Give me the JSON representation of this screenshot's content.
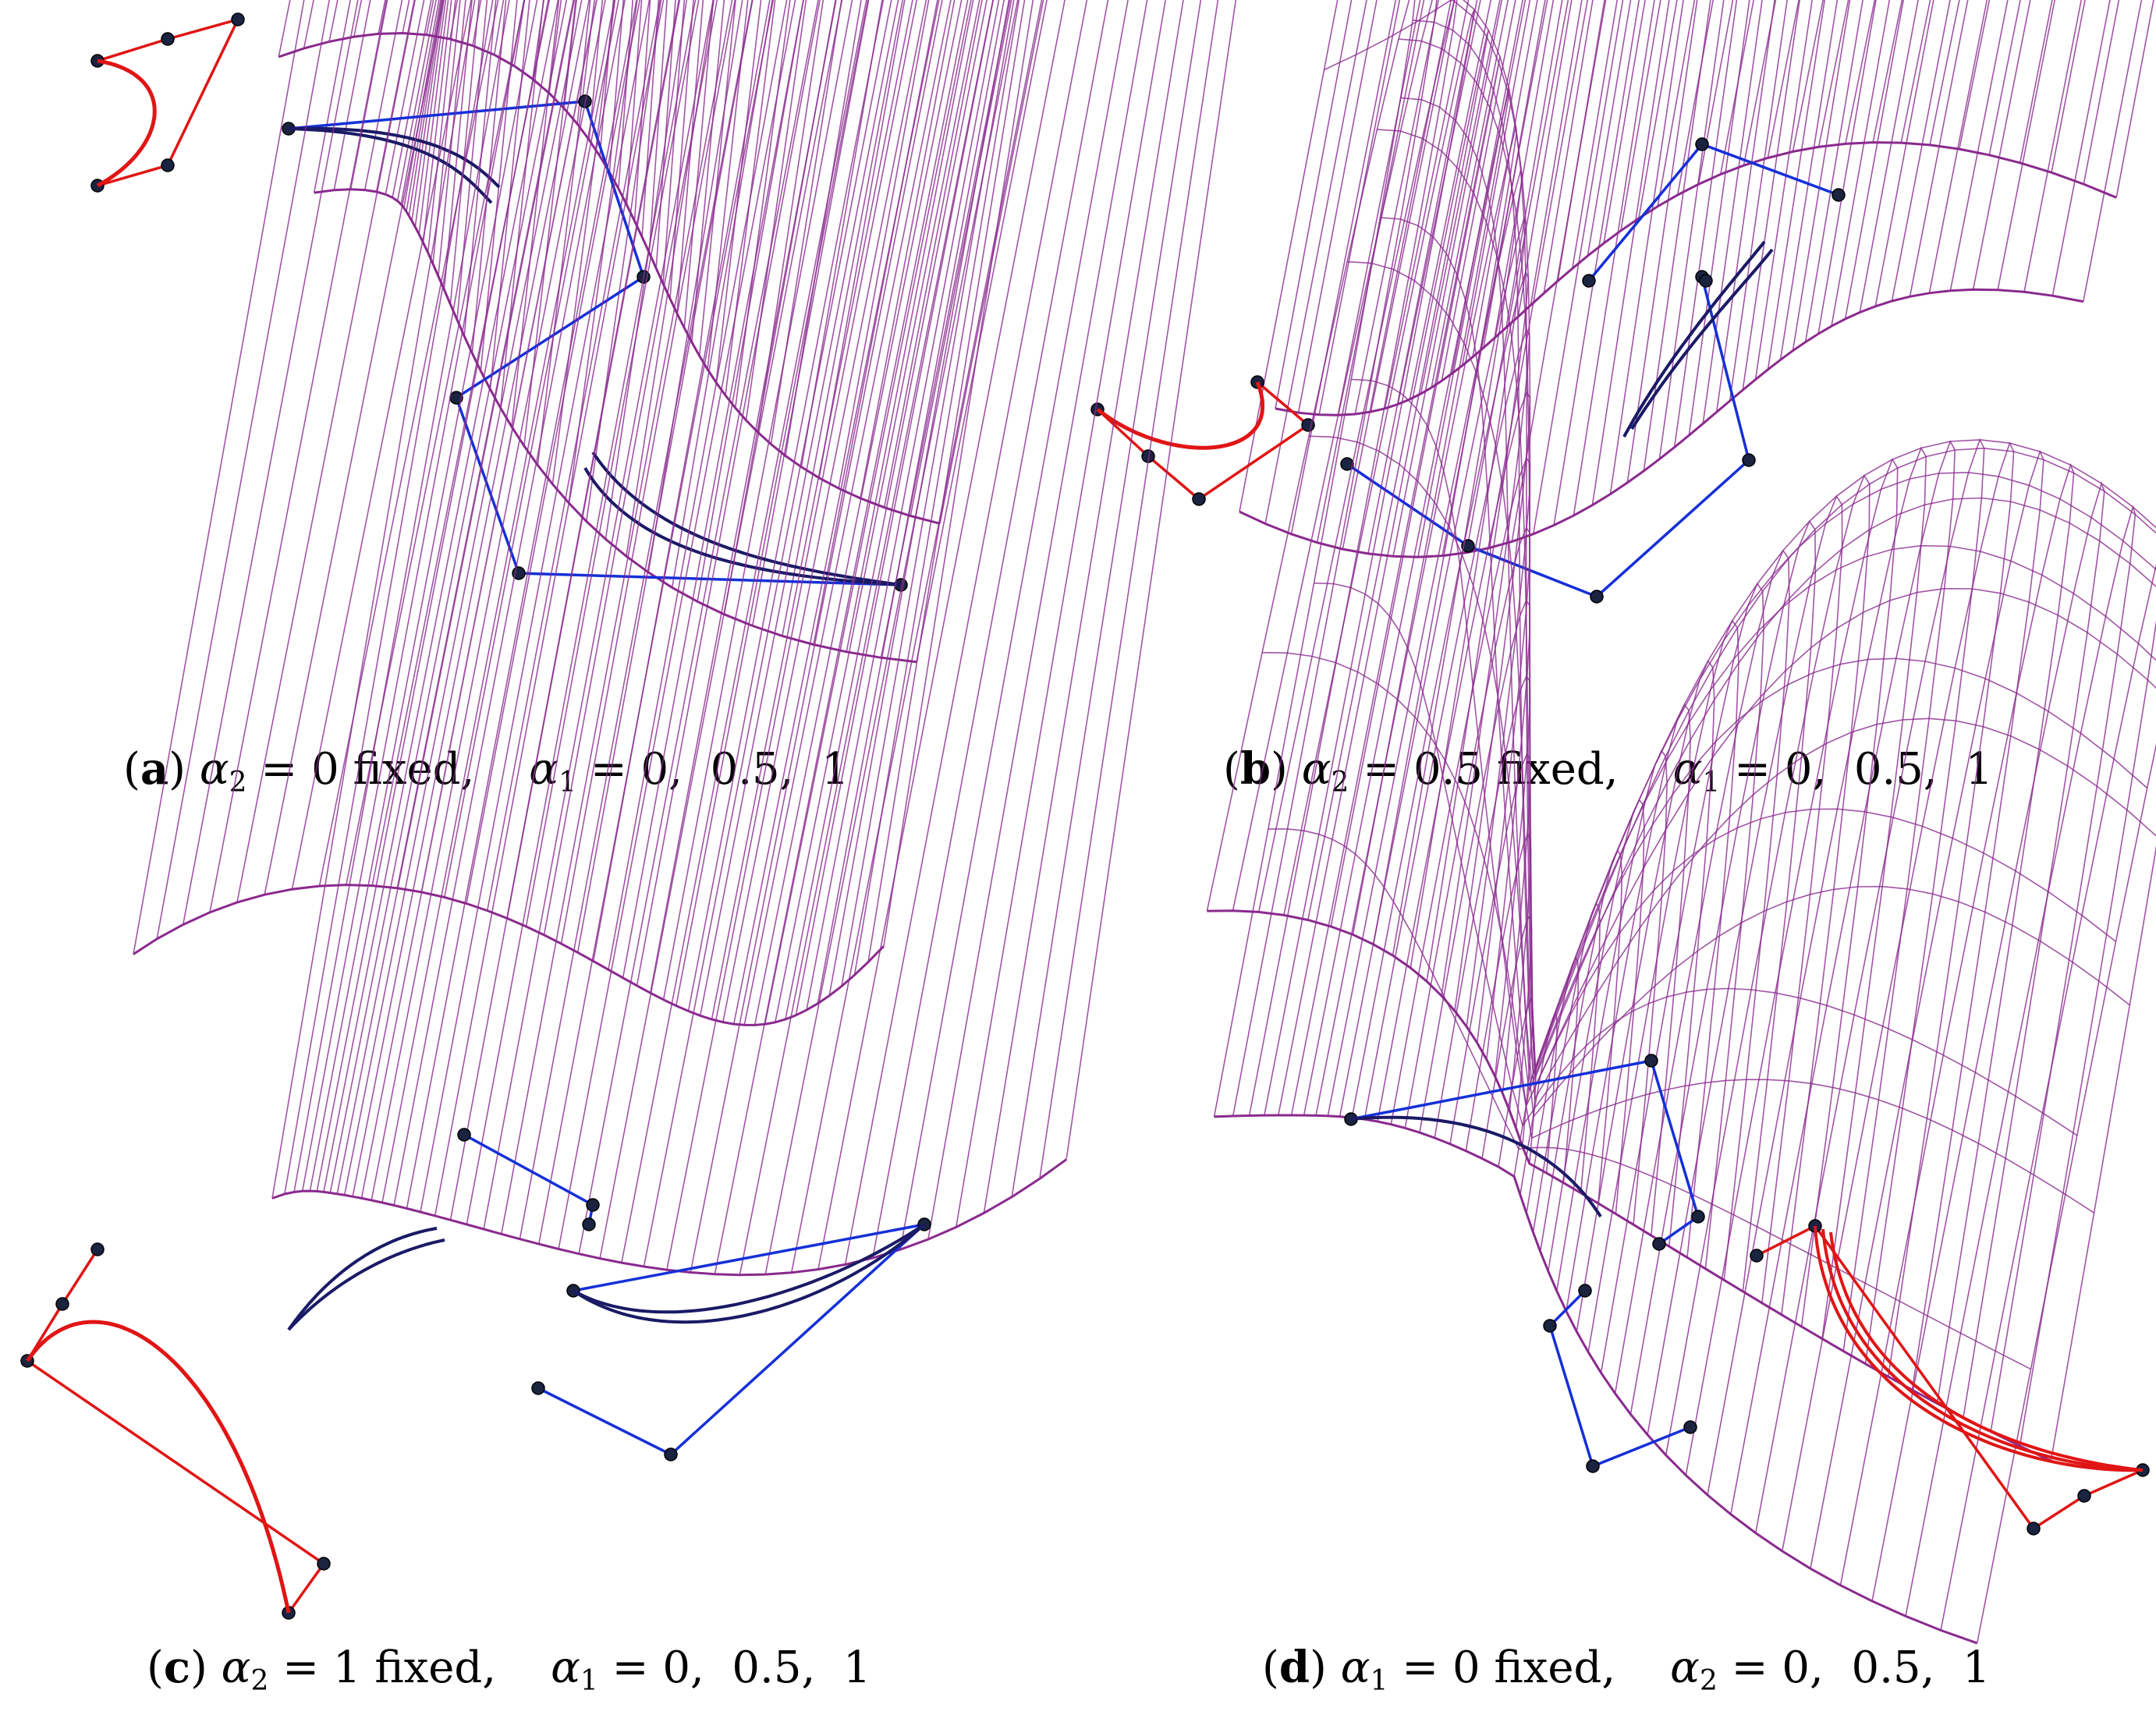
{
  "colors": {
    "surface": "#8a2a8e",
    "control_polygon": "#1530d8",
    "control_point": "#1a2340",
    "section_curve": "#e01515",
    "boundary_curve": "#1a1a66"
  },
  "panels": [
    {
      "id": "a",
      "label": "a",
      "fixed_param": "α",
      "fixed_sub": "2",
      "fixed_value": "0",
      "fixed_word": "fixed,",
      "var_param": "α",
      "var_sub": "1",
      "var_values": "0,  0.5,  1"
    },
    {
      "id": "b",
      "label": "b",
      "fixed_param": "α",
      "fixed_sub": "2",
      "fixed_value": "0.5",
      "fixed_word": "fixed,",
      "var_param": "α",
      "var_sub": "1",
      "var_values": "0,  0.5,  1"
    },
    {
      "id": "c",
      "label": "c",
      "fixed_param": "α",
      "fixed_sub": "2",
      "fixed_value": "1",
      "fixed_word": "fixed,",
      "var_param": "α",
      "var_sub": "1",
      "var_values": "0,  0.5,  1"
    },
    {
      "id": "d",
      "label": "d",
      "fixed_param": "α",
      "fixed_sub": "1",
      "fixed_value": "0",
      "fixed_word": "fixed,",
      "var_param": "α",
      "var_sub": "2",
      "var_values": "0,  0.5,  1"
    }
  ]
}
